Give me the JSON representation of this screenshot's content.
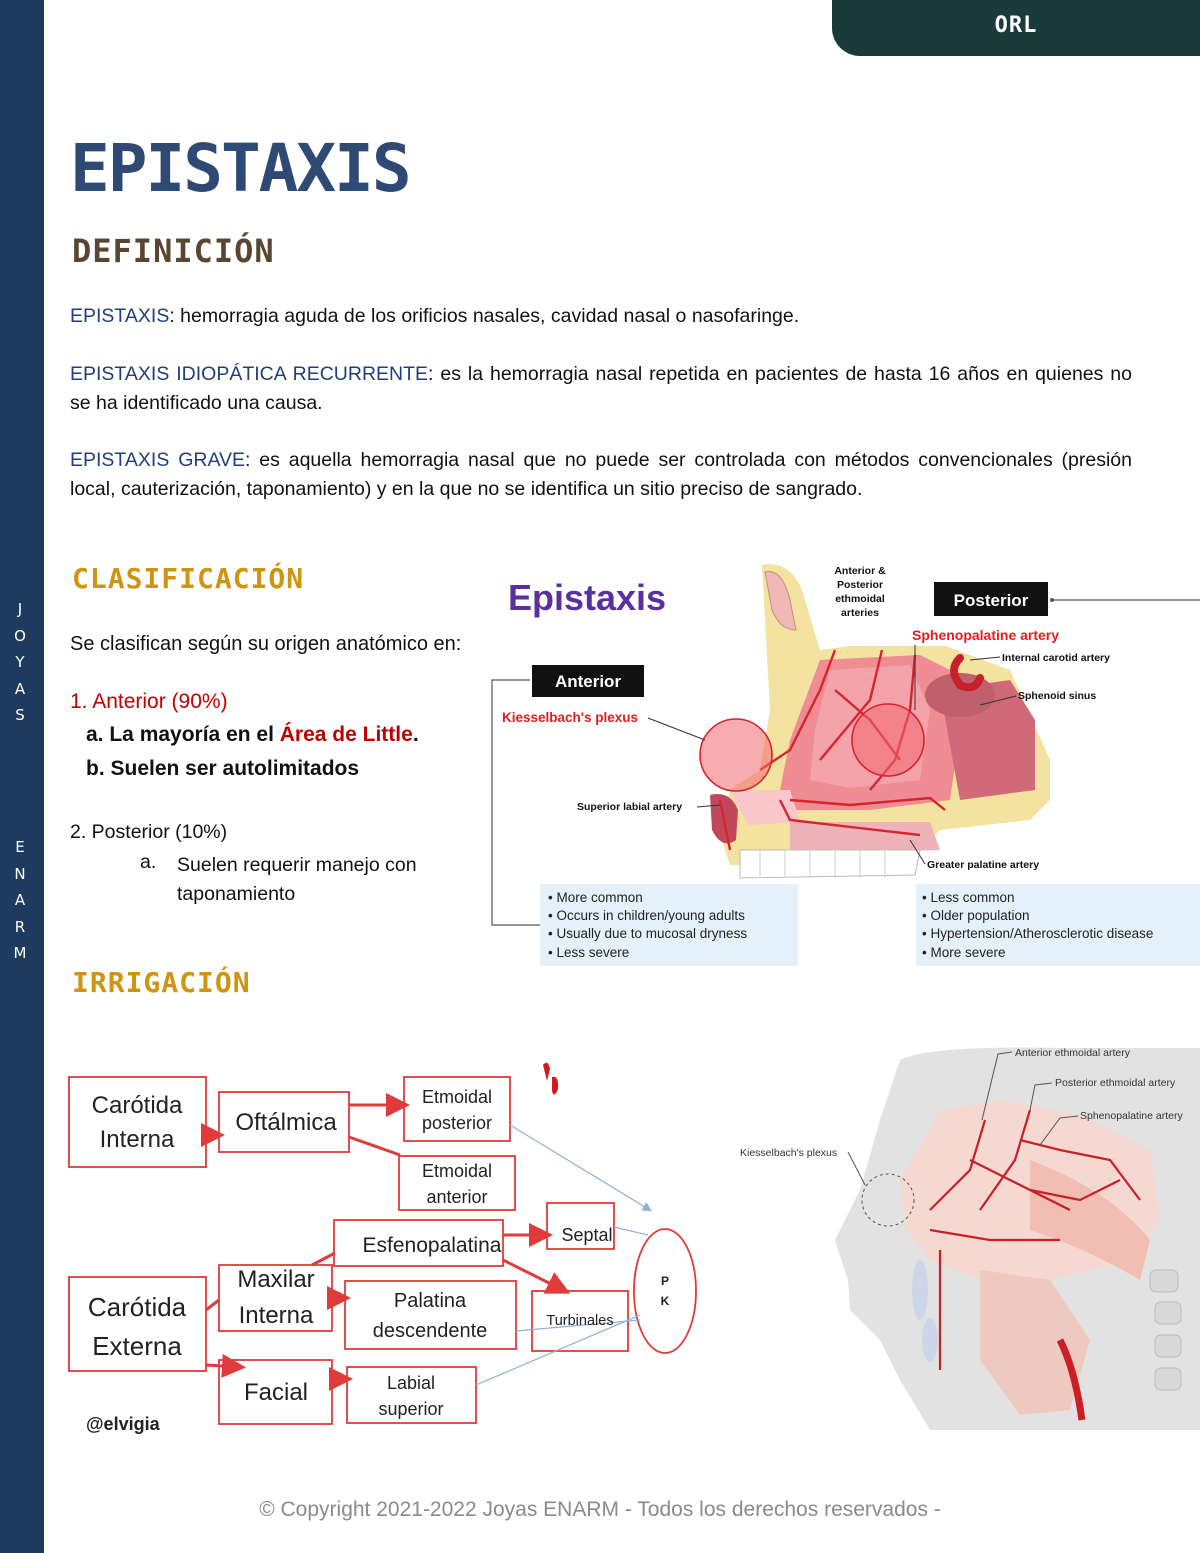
{
  "tag": "ORL",
  "side": {
    "joyas": [
      "J",
      "O",
      "Y",
      "A",
      "S"
    ],
    "enarm": [
      "E",
      "N",
      "A",
      "R",
      "M"
    ]
  },
  "title": "EPISTAXIS",
  "definicion": {
    "heading": "DEFINICIÓN",
    "items": [
      {
        "term": "EPISTAXIS",
        "text": ": hemorragia aguda de los orificios nasales, cavidad nasal o nasofaringe."
      },
      {
        "term": "EPISTAXIS IDIOPÁTICA RECURRENTE",
        "text": ": es la hemorragia nasal repetida en pacientes de hasta 16 años en quienes no se ha identificado una causa."
      },
      {
        "term": "EPISTAXIS GRAVE",
        "text": ": es aquella hemorragia nasal que no puede ser controlada con métodos convencionales (presión local, cauterización, taponamiento) y en la que no se identifica un sitio preciso de sangrado."
      }
    ]
  },
  "clasificacion": {
    "heading": "CLASIFICACIÓN",
    "intro": "Se clasifican según su origen anatómico en:",
    "item1": "1.  Anterior (90%)",
    "item1a_prefix": "a. La mayoría en el ",
    "item1a_red": "Área de Little",
    "item1a_suffix": ".",
    "item1b": "b. Suelen ser autolimitados",
    "item2": "2.   Posterior (10%)",
    "item2a_label": "a.",
    "item2a": "Suelen requerir manejo con taponamiento"
  },
  "figure1": {
    "title": "Epistaxis",
    "anterior_label": "Anterior",
    "posterior_label": "Posterior",
    "kiesselbach": "Kiesselbach's plexus",
    "sphenopalatine": "Sphenopalatine artery",
    "ethmoidal": [
      "Anterior &",
      "Posterior",
      "ethmoidal",
      "arteries"
    ],
    "internal_carotid": "Internal carotid artery",
    "sphenoid_sinus": "Sphenoid sinus",
    "superior_labial": "Superior labial artery",
    "greater_palatine": "Greater palatine artery",
    "anterior_box": [
      "• More common",
      "• Occurs in children/young adults",
      "• Usually due to mucosal dryness",
      "• Less severe"
    ],
    "posterior_box": [
      "• Less common",
      "• Older population",
      "• Hypertension/Atherosclerotic disease",
      "• More severe"
    ]
  },
  "irrigacion": {
    "heading": "IRRIGACIÓN",
    "flow": {
      "carotida_interna": [
        "Carótida",
        "Interna"
      ],
      "oftalmica": "Oftálmica",
      "etmoidal_posterior": [
        "Etmoidal",
        "posterior"
      ],
      "etmoidal_anterior": [
        "Etmoidal",
        "anterior"
      ],
      "esfenopalatina": "Esfenopalatina",
      "septal": "Septal",
      "maxilar_interna": [
        "Maxilar",
        "Interna"
      ],
      "palatina": [
        "Palatina",
        "descendente"
      ],
      "turbinales": "Turbinales",
      "carotida_externa": [
        "Carótida",
        "Externa"
      ],
      "facial": "Facial",
      "labial": [
        "Labial",
        "superior"
      ],
      "pk": [
        "P",
        "K"
      ]
    },
    "handle": "@elvigia"
  },
  "figure2": {
    "anterior_ethmoidal": "Anterior ethmoidal artery",
    "posterior_ethmoidal": "Posterior ethmoidal artery",
    "sphenopalatine": "Sphenopalatine artery",
    "kiesselbach": "Kiesselbach's plexus"
  },
  "copyright": "© Copyright 2021-2022 Joyas ENARM  - Todos los derechos reservados -",
  "colors": {
    "sidebar": "#1f3a5f",
    "title": "#2e4a74",
    "section_heading": "#cf9410",
    "definition_heading": "#5a4630",
    "term": "#203f7a",
    "red_accent": "#c00000"
  }
}
